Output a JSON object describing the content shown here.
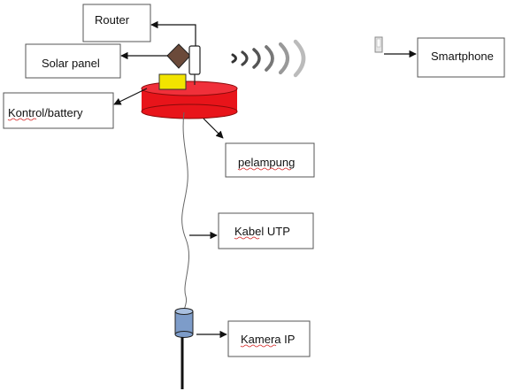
{
  "labels": {
    "router": "Router",
    "solar_panel": "Solar panel",
    "kontrol_battery": "Kontrol/battery",
    "pelampung": "pelampung",
    "kabel_utp": "Kabel UTP",
    "kamera_ip": "Kamera IP",
    "smartphone": "Smartphone"
  },
  "colors": {
    "buoy": "#e8141a",
    "battery": "#f2e400",
    "solar_panel": "#6b4a3a",
    "camera": "#7d9cc9",
    "spellcheck": "#d42020"
  },
  "icons": {
    "signal": "wifi-waves-icon",
    "phone": "smartphone-icon"
  }
}
